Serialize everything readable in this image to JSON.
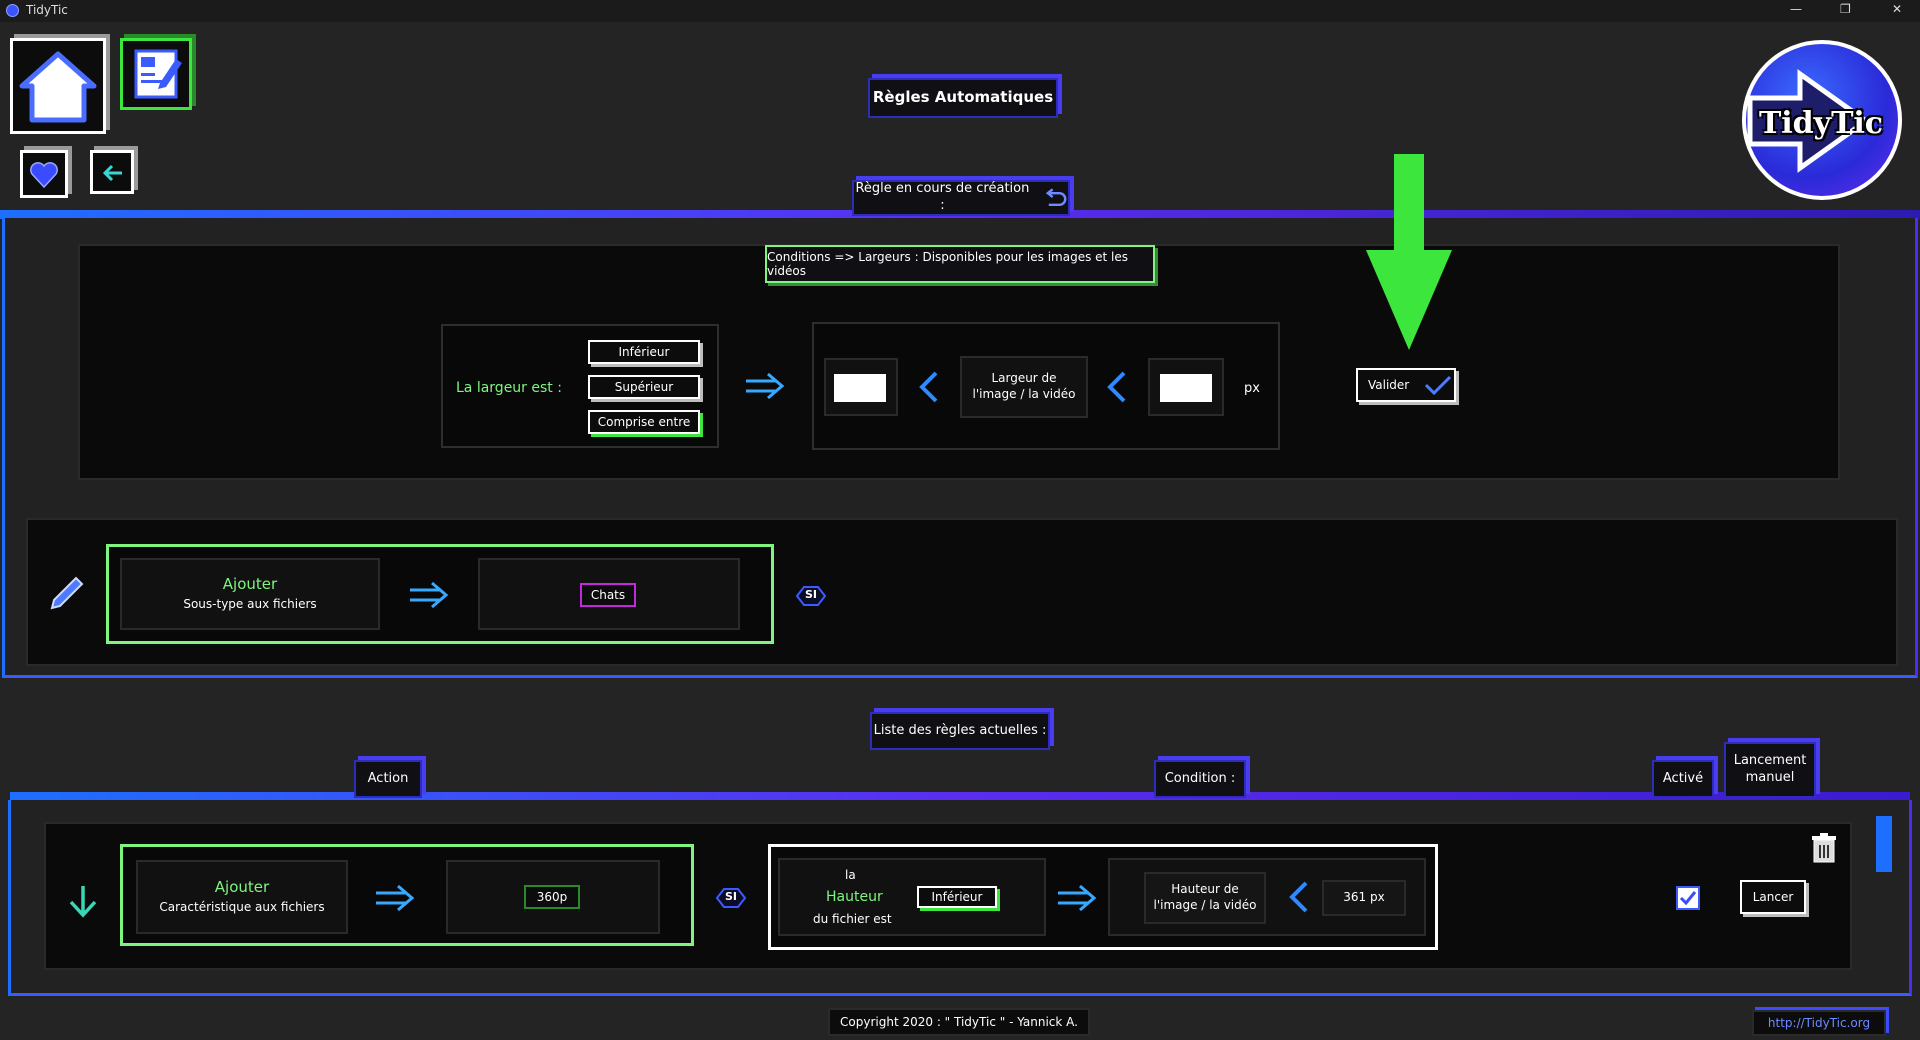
{
  "window": {
    "title": "TidyTic",
    "controls": [
      "—",
      "❐",
      "✕"
    ]
  },
  "nav": {
    "home_icon": "house-icon",
    "edit_icon": "document-edit-icon",
    "heart_icon": "heart-icon",
    "back_icon": "arrow-left-icon"
  },
  "logo": {
    "text": "TidyTic"
  },
  "page_title": "Règles Automatiques",
  "creation": {
    "tab_label": "Règle en cours de création :",
    "conditions_header": "Conditions => Largeurs : Disponibles pour les images et les vidéos",
    "width_is": "La largeur est :",
    "options": [
      "Inférieur",
      "Supérieur",
      "Comprise entre"
    ],
    "measure_label_1": "Largeur de",
    "measure_label_2": "l'image / la vidéo",
    "min_value": "",
    "max_value": "",
    "unit": "px",
    "validate_label": "Valider",
    "action_verb": "Ajouter",
    "action_sub": "Sous-type aux fichiers",
    "action_target": "Chats",
    "si_label": "SI"
  },
  "list": {
    "tab_label": "Liste des règles actuelles :",
    "col_action": "Action",
    "col_condition": "Condition :",
    "col_active": "Activé",
    "col_launch_1": "Lancement",
    "col_launch_2": "manuel",
    "rule": {
      "action_verb": "Ajouter",
      "action_sub": "Caractéristique aux fichiers",
      "action_target": "360p",
      "si_label": "SI",
      "cond_la": "la",
      "cond_dim": "Hauteur",
      "cond_du": "du fichier est",
      "cond_op": "Inférieur",
      "cond_measure_1": "Hauteur de",
      "cond_measure_2": "l'image / la vidéo",
      "cond_value": "361 px",
      "launch_label": "Lancer"
    }
  },
  "footer": {
    "copyright": "Copyright 2020 : \" TidyTic \" - Yannick A.",
    "url": "http://TidyTic.org"
  },
  "colors": {
    "accent_blue": "#2d6bff",
    "accent_violet": "#6a2df0",
    "accent_green": "#3ce63c",
    "panel": "#0a0a0a"
  }
}
